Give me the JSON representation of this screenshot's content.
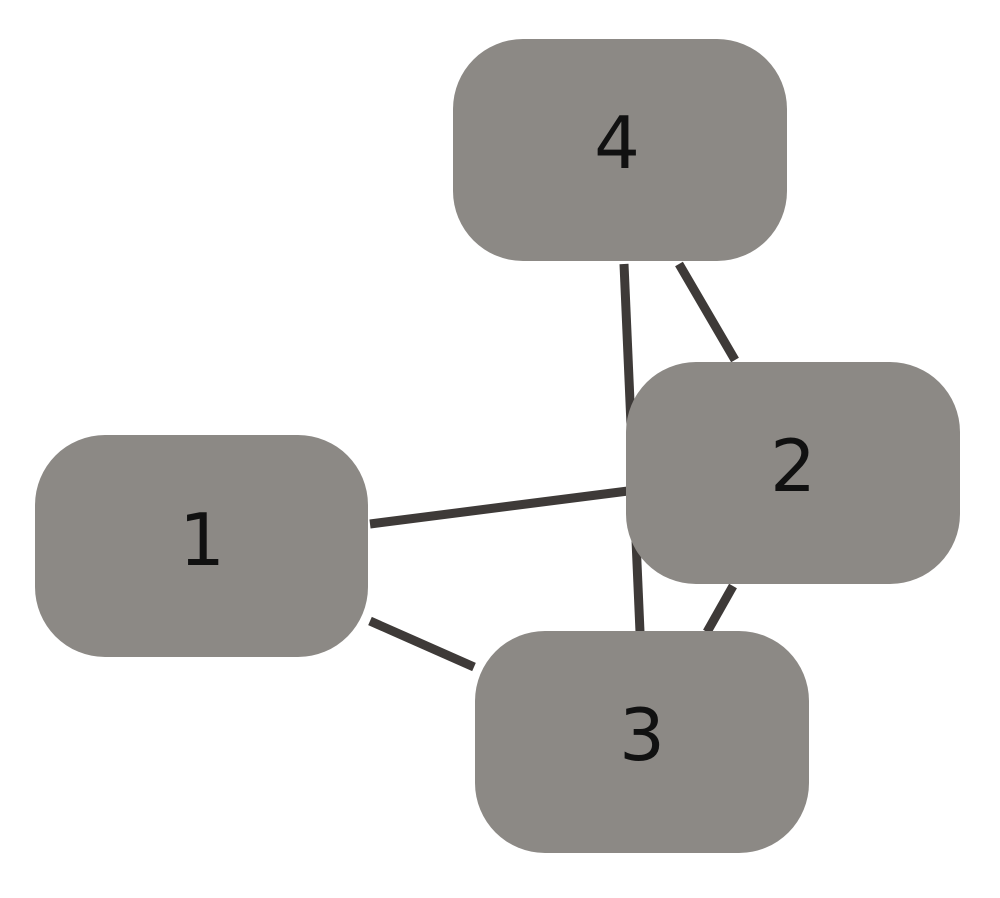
{
  "colors": {
    "node_fill": "#8c8985",
    "edge": "#3e3a38",
    "label": "#111111",
    "background": "#ffffff"
  },
  "nodes": [
    {
      "id": "1",
      "label": "1"
    },
    {
      "id": "2",
      "label": "2"
    },
    {
      "id": "3",
      "label": "3"
    },
    {
      "id": "4",
      "label": "4"
    }
  ],
  "edges": [
    {
      "from": "1",
      "to": "2"
    },
    {
      "from": "1",
      "to": "3"
    },
    {
      "from": "4",
      "to": "3"
    },
    {
      "from": "4",
      "to": "2"
    },
    {
      "from": "2",
      "to": "3"
    }
  ]
}
